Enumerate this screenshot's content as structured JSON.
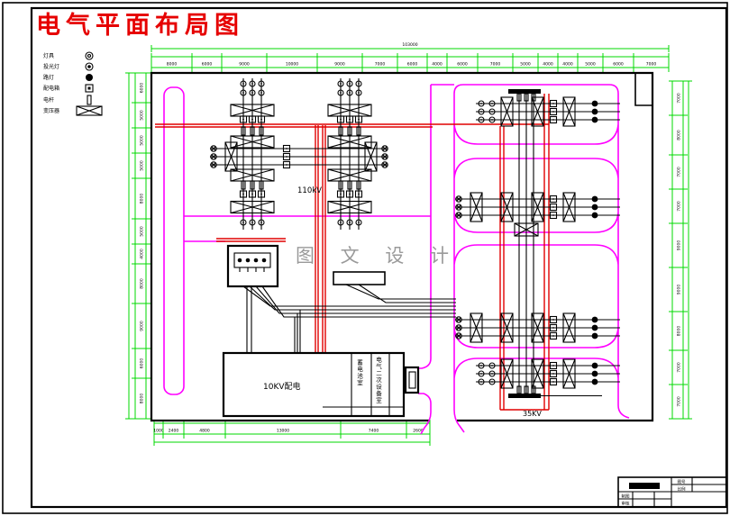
{
  "title": "电气平面布局图",
  "watermark": "图 文 设 计",
  "legend": {
    "items": [
      {
        "label": "灯具",
        "symbol": "double-circle"
      },
      {
        "label": "投光灯",
        "symbol": "circle-dot"
      },
      {
        "label": "路灯",
        "symbol": "filled-circle"
      },
      {
        "label": "配电箱",
        "symbol": "square-dot"
      },
      {
        "label": "电杆",
        "symbol": "bar"
      },
      {
        "label": "变压器",
        "symbol": "transformer-bowtie"
      }
    ]
  },
  "labels": {
    "kv110": "110kV",
    "kv35": "35KV",
    "building": "10KV配电",
    "room_battery": "蓄电池室",
    "room_secondary": "电气二次设备室"
  },
  "dimensions": {
    "top_total": "103000",
    "top": [
      "8000",
      "6000",
      "9000",
      "10000",
      "9000",
      "7000",
      "6000",
      "4000",
      "6000",
      "7000",
      "5000",
      "4000",
      "4000",
      "5000",
      "6000",
      "7000"
    ],
    "left": [
      "6000",
      "5000",
      "5000",
      "5000",
      "8000",
      "5000",
      "4000",
      "8000",
      "9000",
      "6000",
      "8000"
    ],
    "right": [
      "7000",
      "8000",
      "7000",
      "7000",
      "9000",
      "9000",
      "8000",
      "7000",
      "7000"
    ],
    "bottom": [
      "1000",
      "2400",
      "4800",
      "13000",
      "7400",
      "2600"
    ]
  },
  "title_block": {
    "no_label": "图号",
    "scale_label": "比例",
    "draw_label": "制图",
    "check_label": "审核"
  },
  "colors": {
    "dimension": "#00d900",
    "road": "#ff00ff",
    "cable": "#e00000",
    "title": "#e60000",
    "watermark": "#9a9a9a",
    "line": "#000000"
  }
}
